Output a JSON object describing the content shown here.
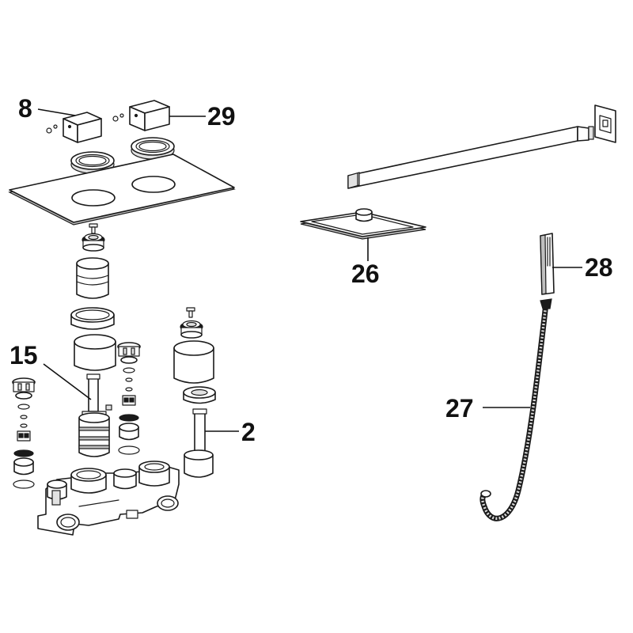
{
  "callouts": [
    {
      "id": "label-8",
      "text": "8"
    },
    {
      "id": "label-29",
      "text": "29"
    },
    {
      "id": "label-15",
      "text": "15"
    },
    {
      "id": "label-2",
      "text": "2"
    },
    {
      "id": "label-26",
      "text": "26"
    },
    {
      "id": "label-28",
      "text": "28"
    },
    {
      "id": "label-27",
      "text": "27"
    }
  ]
}
